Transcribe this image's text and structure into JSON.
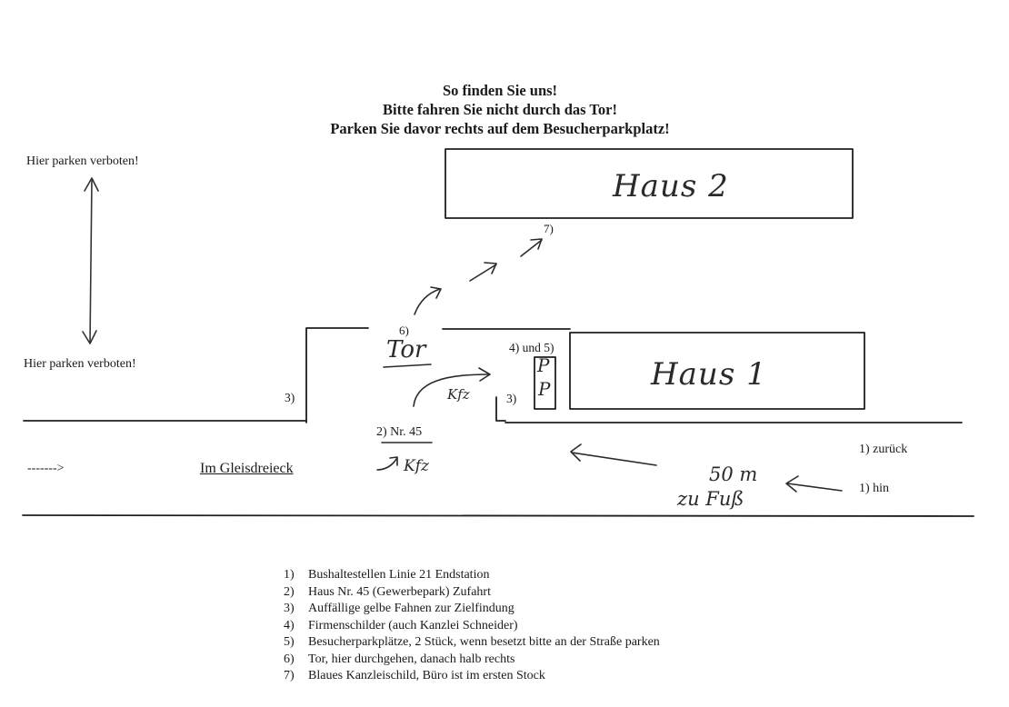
{
  "title_lines": [
    "So finden Sie uns!",
    "Bitte fahren Sie nicht durch das Tor!",
    "Parken Sie davor rechts auf dem Besucherparkplatz!"
  ],
  "parking_warning_top": "Hier parken verboten!",
  "parking_warning_bottom": "Hier parken verboten!",
  "buildings": {
    "haus2": "Haus 2",
    "haus1": "Haus 1"
  },
  "markers": {
    "m7": "7)",
    "m6": "6)",
    "tor": "Tor",
    "m4und5": "4) und 5)",
    "parking_p1": "P",
    "parking_p2": "P",
    "m3_left": "3)",
    "m3_right": "3)",
    "kfz_inside": "Kfz",
    "m2_nr45": "2) Nr. 45",
    "kfz_street": "Kfz"
  },
  "street": {
    "arrow_text": "------->",
    "name": "Im Gleisdreieck",
    "distance": "50 m",
    "walk": "zu Fuß",
    "stop_back": "1)  zurück",
    "stop_there": "1)  hin"
  },
  "legend": [
    {
      "num": "1)",
      "text": "Bushaltestellen Linie 21 Endstation"
    },
    {
      "num": "2)",
      "text": "Haus Nr. 45 (Gewerbepark) Zufahrt"
    },
    {
      "num": "3)",
      "text": "Auffällige gelbe Fahnen zur Zielfindung"
    },
    {
      "num": "4)",
      "text": "Firmenschilder (auch Kanzlei Schneider)"
    },
    {
      "num": "5)",
      "text": "Besucherparkplätze, 2 Stück, wenn besetzt bitte an der Straße parken"
    },
    {
      "num": "6)",
      "text": "Tor, hier durchgehen, danach halb rechts"
    },
    {
      "num": "7)",
      "text": "Blaues Kanzleischild, Büro ist im ersten Stock"
    }
  ],
  "colors": {
    "ink": "#1a1a1a",
    "pencil": "#2a2a2a",
    "paper": "#ffffff"
  }
}
